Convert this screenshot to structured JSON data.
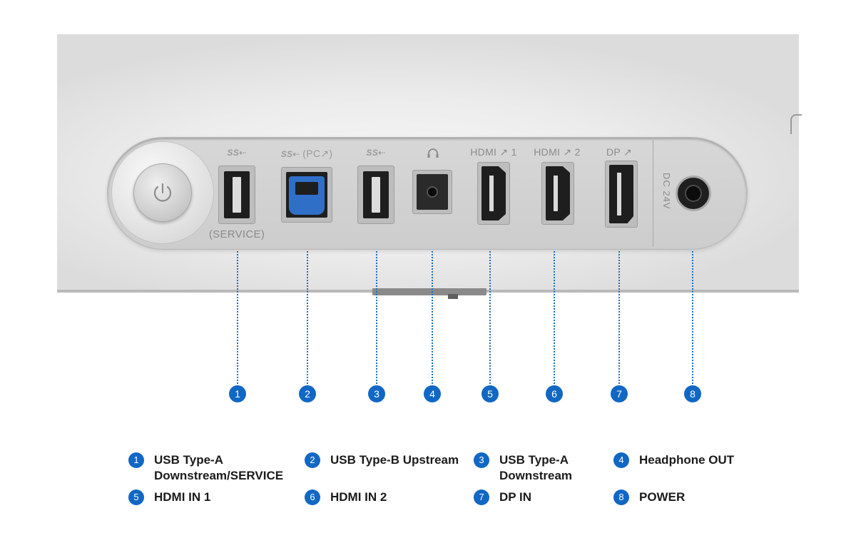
{
  "port_labels": {
    "usb_a_service": {
      "logo": "SS⇠",
      "sub": "(SERVICE)"
    },
    "usb_b": {
      "logo": "SS⇠",
      "sub": "(PC↗)"
    },
    "usb_a": {
      "logo": "SS⇠"
    },
    "headphone": {
      "icon": "headphone-icon"
    },
    "hdmi1": "HDMI ↗ 1",
    "hdmi2": "HDMI ↗ 2",
    "dp": "DP ↗",
    "dc": "DC 24V"
  },
  "markers": [
    "1",
    "2",
    "3",
    "4",
    "5",
    "6",
    "7",
    "8"
  ],
  "legend": [
    {
      "num": "1",
      "lines": [
        "USB Type-A",
        "Downstream/SERVICE"
      ]
    },
    {
      "num": "2",
      "lines": [
        "USB Type-B Upstream"
      ]
    },
    {
      "num": "3",
      "lines": [
        "USB Type-A",
        "Downstream"
      ]
    },
    {
      "num": "4",
      "lines": [
        "Headphone OUT"
      ]
    },
    {
      "num": "5",
      "lines": [
        "HDMI IN 1"
      ]
    },
    {
      "num": "6",
      "lines": [
        "HDMI IN 2"
      ]
    },
    {
      "num": "7",
      "lines": [
        "DP IN"
      ]
    },
    {
      "num": "8",
      "lines": [
        "POWER"
      ]
    }
  ],
  "colors": {
    "accent": "#1167c4",
    "usb_b_blue": "#2f6fc7"
  }
}
